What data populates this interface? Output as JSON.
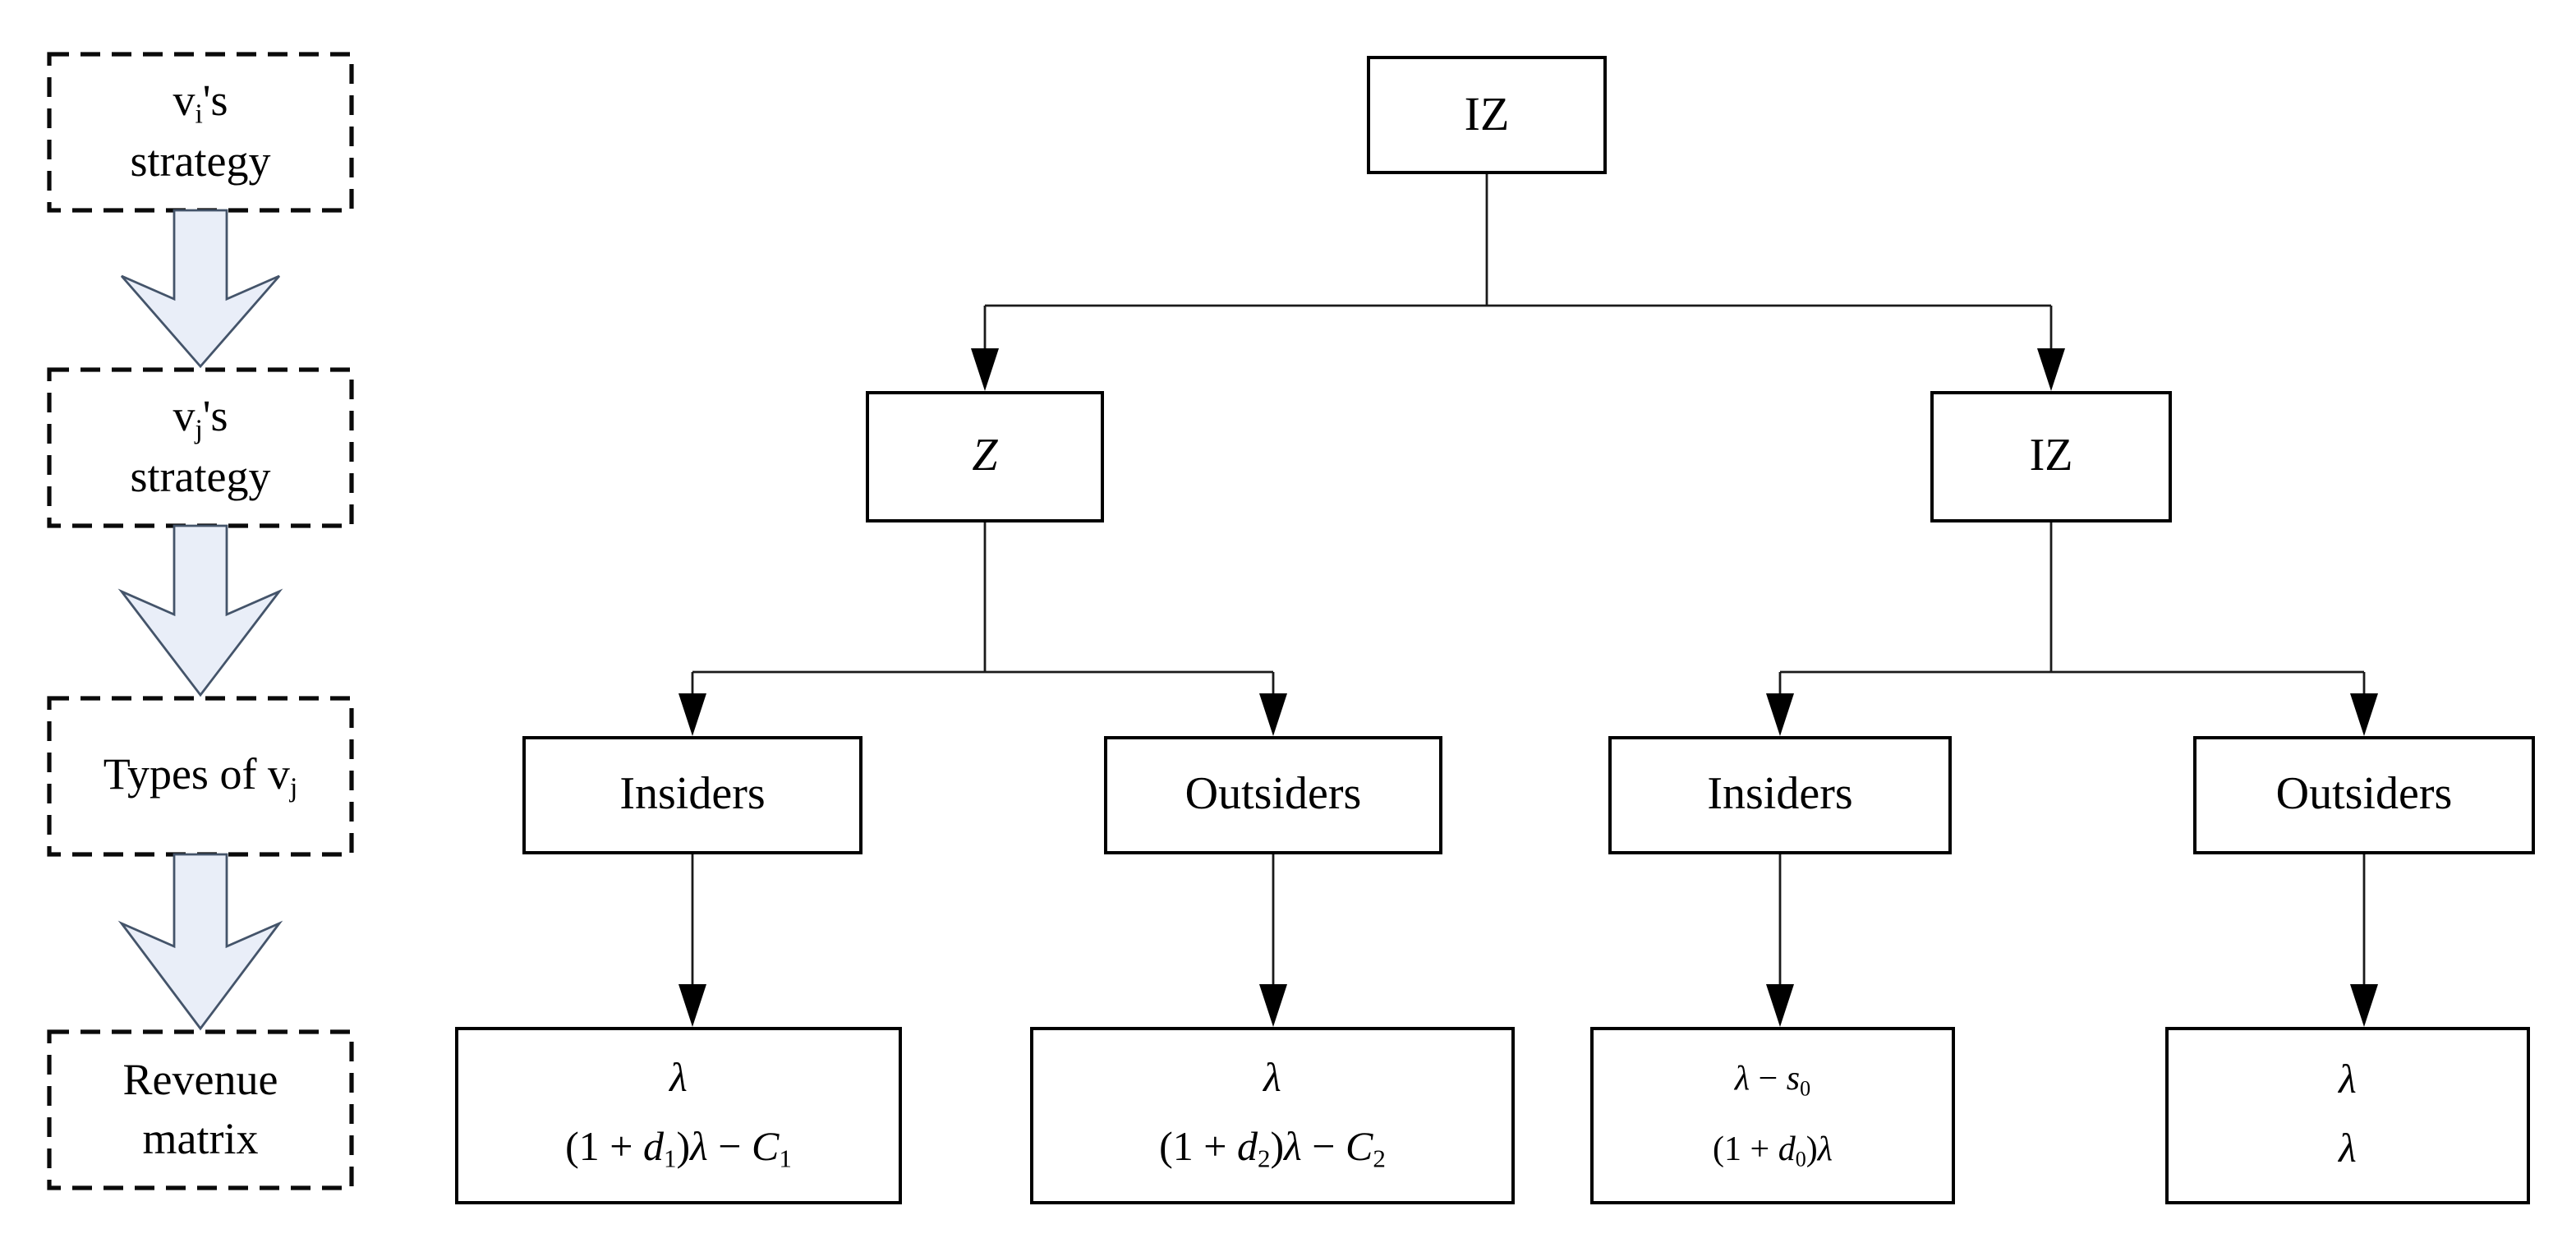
{
  "pipeline": {
    "steps": [
      {
        "id": "vi-strategy",
        "lines": [
          [
            {
              "t": "v"
            },
            {
              "t": "i",
              "sub": true
            },
            {
              "t": "'s"
            }
          ],
          [
            {
              "t": "strategy"
            }
          ]
        ]
      },
      {
        "id": "vj-strategy",
        "lines": [
          [
            {
              "t": "v"
            },
            {
              "t": "j",
              "sub": true
            },
            {
              "t": "'s"
            }
          ],
          [
            {
              "t": "strategy"
            }
          ]
        ]
      },
      {
        "id": "types-of-vj",
        "lines": [
          [
            {
              "t": "Types of v"
            },
            {
              "t": "j",
              "sub": true
            }
          ]
        ]
      },
      {
        "id": "revenue-matrix",
        "lines": [
          [
            {
              "t": "Revenue"
            }
          ],
          [
            {
              "t": "matrix"
            }
          ]
        ]
      }
    ]
  },
  "tree": {
    "root_label": "IZ",
    "level2": [
      {
        "label": "Z"
      },
      {
        "label": "IZ"
      }
    ],
    "level3": [
      {
        "label": "Insiders"
      },
      {
        "label": "Outsiders"
      },
      {
        "label": "Insiders"
      },
      {
        "label": "Outsiders"
      }
    ],
    "leaves": [
      {
        "lines": [
          [
            {
              "t": "λ",
              "i": true
            }
          ],
          [
            {
              "t": "(1 + "
            },
            {
              "t": "d",
              "i": true
            },
            {
              "t": "1",
              "sub": true
            },
            {
              "t": ")"
            },
            {
              "t": "λ",
              "i": true
            },
            {
              "t": " − "
            },
            {
              "t": "C",
              "i": true
            },
            {
              "t": "1",
              "sub": true
            }
          ]
        ]
      },
      {
        "lines": [
          [
            {
              "t": "λ",
              "i": true
            }
          ],
          [
            {
              "t": "(1 + "
            },
            {
              "t": "d",
              "i": true
            },
            {
              "t": "2",
              "sub": true
            },
            {
              "t": ")"
            },
            {
              "t": "λ",
              "i": true
            },
            {
              "t": " − "
            },
            {
              "t": "C",
              "i": true
            },
            {
              "t": "2",
              "sub": true
            }
          ]
        ]
      },
      {
        "lines": [
          [
            {
              "t": "λ",
              "i": true
            },
            {
              "t": " − "
            },
            {
              "t": "s",
              "i": true
            },
            {
              "t": "0",
              "sub": true
            }
          ],
          [
            {
              "t": "(1 + "
            },
            {
              "t": "d",
              "i": true
            },
            {
              "t": "0",
              "sub": true
            },
            {
              "t": ")"
            },
            {
              "t": "λ",
              "i": true
            }
          ]
        ]
      },
      {
        "lines": [
          [
            {
              "t": "λ",
              "i": true
            }
          ],
          [
            {
              "t": "λ",
              "i": true
            }
          ]
        ]
      }
    ]
  },
  "colors": {
    "ink": "#000000",
    "connector": "#1a1a1a",
    "block_arrow_fill": "#e9eef8",
    "block_arrow_stroke": "#44546a",
    "background": "#ffffff"
  }
}
